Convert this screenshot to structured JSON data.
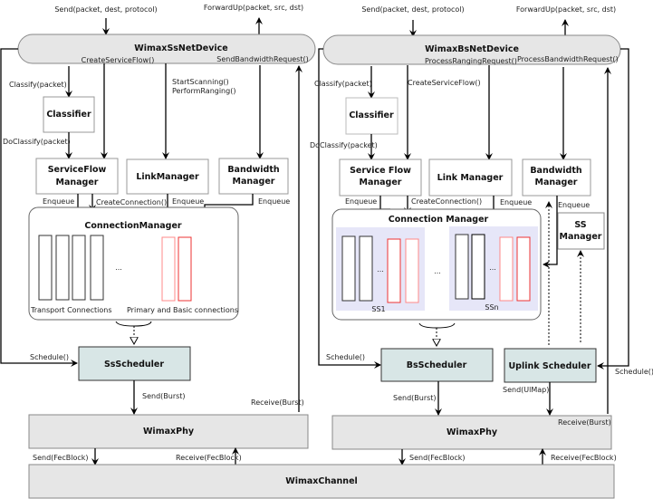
{
  "ss": {
    "send_in": "Send(packet, dest, protocol)",
    "forward_up": "ForwardUp(packet, src, dst)",
    "net_device": "WimaxSsNetDevice",
    "create_service_flow": "CreateServiceFlow()",
    "send_bw_request": "SendBandwidthRequest()",
    "classify": "Classify(packet)",
    "classifier": "Classifier",
    "do_classify": "DoClassify(packet)",
    "start_scanning": "StartScanning()",
    "perform_ranging": "PerformRanging()",
    "sf_manager": [
      "ServiceFlow",
      "Manager"
    ],
    "link_manager": "LinkManager",
    "bw_manager": [
      "Bandwidth",
      "Manager"
    ],
    "enqueue": "Enqueue",
    "create_connection": "CreateConnection()",
    "connection_manager": "ConnectionManager",
    "ellipsis": "...",
    "transport_connections": "Transport Connections",
    "primary_basic": "Primary and Basic connections",
    "schedule": "Schedule()",
    "scheduler": "SsScheduler",
    "send_burst": "Send(Burst)",
    "receive_burst": "Receive(Burst)",
    "phy": "WimaxPhy",
    "send_fec": "Send(FecBlock)",
    "receive_fec": "Receive(FecBlock)"
  },
  "bs": {
    "send_in": "Send(packet, dest, protocol)",
    "forward_up": "ForwardUp(packet, src, dst)",
    "net_device": "WimaxBsNetDevice",
    "process_ranging": "ProcessRangingRequest()",
    "process_bw": "ProcessBandwidthRequest()",
    "classify": "Classify(packet)",
    "classifier": "Classifier",
    "do_classify": "DoClassify(packet)",
    "create_service_flow": "CreateServiceFlow()",
    "sf_manager": [
      "Service Flow",
      "Manager"
    ],
    "link_manager": "Link Manager",
    "bw_manager": [
      "Bandwidth",
      "Manager"
    ],
    "ss_manager": [
      "SS",
      "Manager"
    ],
    "enqueue": "Enqueue",
    "create_connection": "CreateConnection()",
    "connection_manager": "Connection Manager",
    "ellipsis": "...",
    "ss1": "SS1",
    "ssn": "SSn",
    "schedule": "Schedule()",
    "scheduler": "BsScheduler",
    "uplink_scheduler": "Uplink Scheduler",
    "send_burst": "Send(Burst)",
    "send_ulmap": "Send(UlMap)",
    "receive_burst": "Receive(Burst)",
    "phy": "WimaxPhy",
    "send_fec": "Send(FecBlock)",
    "receive_fec": "Receive(FecBlock)"
  },
  "channel": "WimaxChannel",
  "colors": {
    "scheduler_fill": "#d8e6e6",
    "device_fill": "#e6e6e6",
    "ss_group_fill": "#e6e6f8",
    "basic_conn_stroke": "#e33333"
  }
}
